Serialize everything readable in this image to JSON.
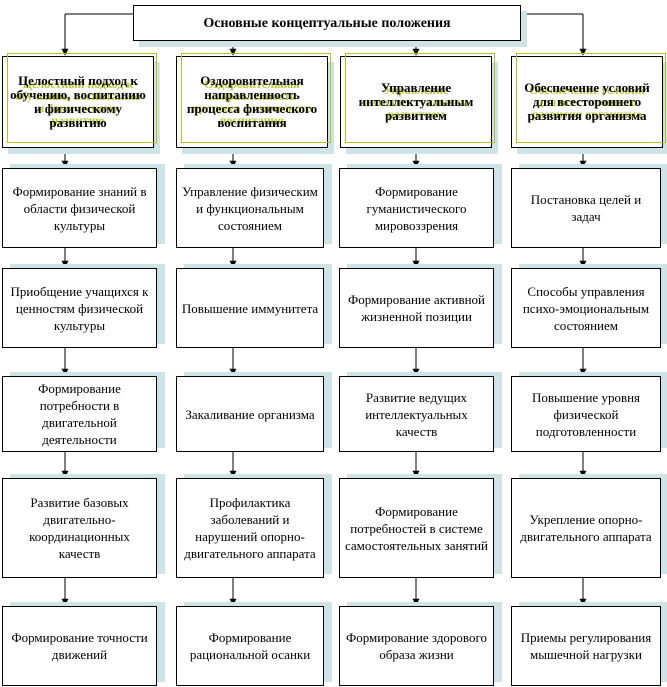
{
  "title": "Основные концептуальные положения",
  "columns": [
    {
      "header": "Целостный подход к обучению, воспитанию и физическому развитию",
      "items": [
        "Формирование знаний в области физической культуры",
        "Приобщение учащихся к ценностям физической культуры",
        "Формирование потребности в двигательной деятельности",
        "Развитие базовых двигательно-координационных качеств",
        "Формирование точности движений"
      ]
    },
    {
      "header": "Оздоровительная направленность процесса физического воспитания",
      "items": [
        "Управление физическим и функциональным состоянием",
        "Повышение иммунитета",
        "Закаливание организма",
        "Профилактика заболеваний и нарушений опорно-двигательного аппарата",
        "Формирование рациональной осанки"
      ]
    },
    {
      "header": "Управление интеллектуальным развитием",
      "items": [
        "Формирование гуманистического мировоззрения",
        "Формирование активной жизненной позиции",
        "Развитие ведущих интеллектуальных качеств",
        "Формирование потребностей в системе самостоятельных занятий",
        "Формирование здорового образа жизни"
      ]
    },
    {
      "header": "Обеспечение условий для всестороннего развития организма",
      "items": [
        "Постановка целей и задач",
        "Способы управления психо-эмоциональным состоянием",
        "Повышение уровня физической подготовленности",
        "Укрепление опорно-двигательного аппарата",
        "Приемы регулирования мышечной нагрузки"
      ]
    }
  ],
  "colors": {
    "shadow": "#cde3e6",
    "ghost_text": "#b5c11c",
    "border": "#000000"
  }
}
